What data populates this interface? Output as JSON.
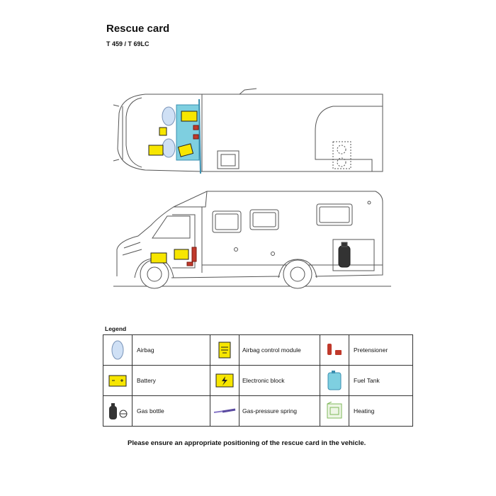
{
  "header": {
    "title": "Rescue card",
    "subtitle": "T 459 / T 69LC"
  },
  "legend": {
    "title": "Legend",
    "rows": [
      [
        {
          "icon": "airbag-icon",
          "label": "Airbag"
        },
        {
          "icon": "airbag-control-module-icon",
          "label": "Airbag control module"
        },
        {
          "icon": "pretensioner-icon",
          "label": "Pretensioner"
        }
      ],
      [
        {
          "icon": "battery-icon",
          "label": "Battery"
        },
        {
          "icon": "electronic-block-icon",
          "label": "Electronic block"
        },
        {
          "icon": "fuel-tank-icon",
          "label": "Fuel Tank"
        }
      ],
      [
        {
          "icon": "gas-bottle-icon",
          "label": "Gas bottle"
        },
        {
          "icon": "gas-pressure-spring-icon",
          "label": "Gas-pressure spring"
        },
        {
          "icon": "heating-icon",
          "label": "Heating"
        }
      ]
    ]
  },
  "colors": {
    "airbag": "#cfe0f5",
    "battery": "#f7e600",
    "pretensioner": "#c0392b",
    "fuel_tank": "#7ecfe0",
    "gas_spring": "#8878c8",
    "heating": "#7fb85a"
  },
  "footer": {
    "note": "Please ensure an appropriate positioning of the rescue card in the vehicle."
  }
}
